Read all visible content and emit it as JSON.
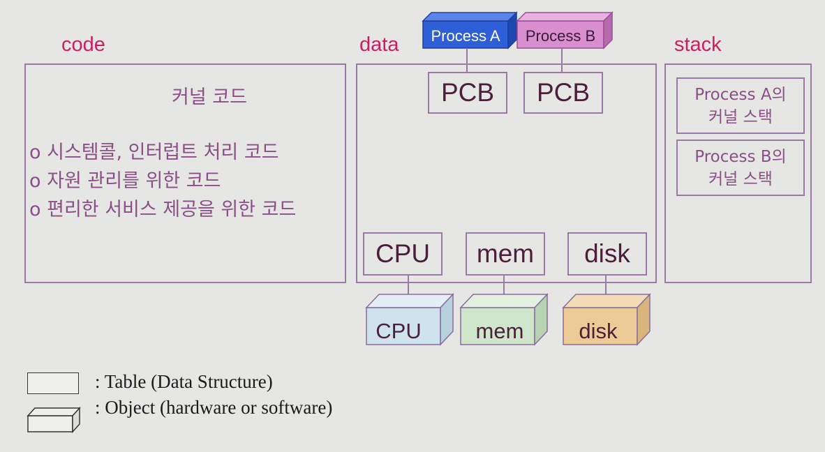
{
  "sections": {
    "code": "code",
    "data": "data",
    "stack": "stack"
  },
  "code_panel": {
    "header": "커널 코드",
    "bullets": [
      "o 시스템콜, 인터럽트 처리 코드",
      "o 자원 관리를 위한 코드",
      "o 편리한 서비스 제공을 위한 코드"
    ]
  },
  "processes": [
    {
      "label": "Process A",
      "color": "#2f5fd6"
    },
    {
      "label": "Process B",
      "color": "#d98fcf"
    }
  ],
  "pcb_tables": [
    "PCB",
    "PCB"
  ],
  "hw_tables": [
    "CPU",
    "mem",
    "disk"
  ],
  "hw_objects": [
    {
      "label": "CPU",
      "color": "#cfe3ee"
    },
    {
      "label": "mem",
      "color": "#cfe6cc"
    },
    {
      "label": "disk",
      "color": "#eccb96"
    }
  ],
  "stack_panel": {
    "items": [
      {
        "line1": "Process A의",
        "line2": "커널 스택"
      },
      {
        "line1": "Process B의",
        "line2": "커널 스택"
      }
    ]
  },
  "legend": {
    "table": ":  Table  (Data Structure)",
    "object": ":  Object (hardware or software)"
  }
}
